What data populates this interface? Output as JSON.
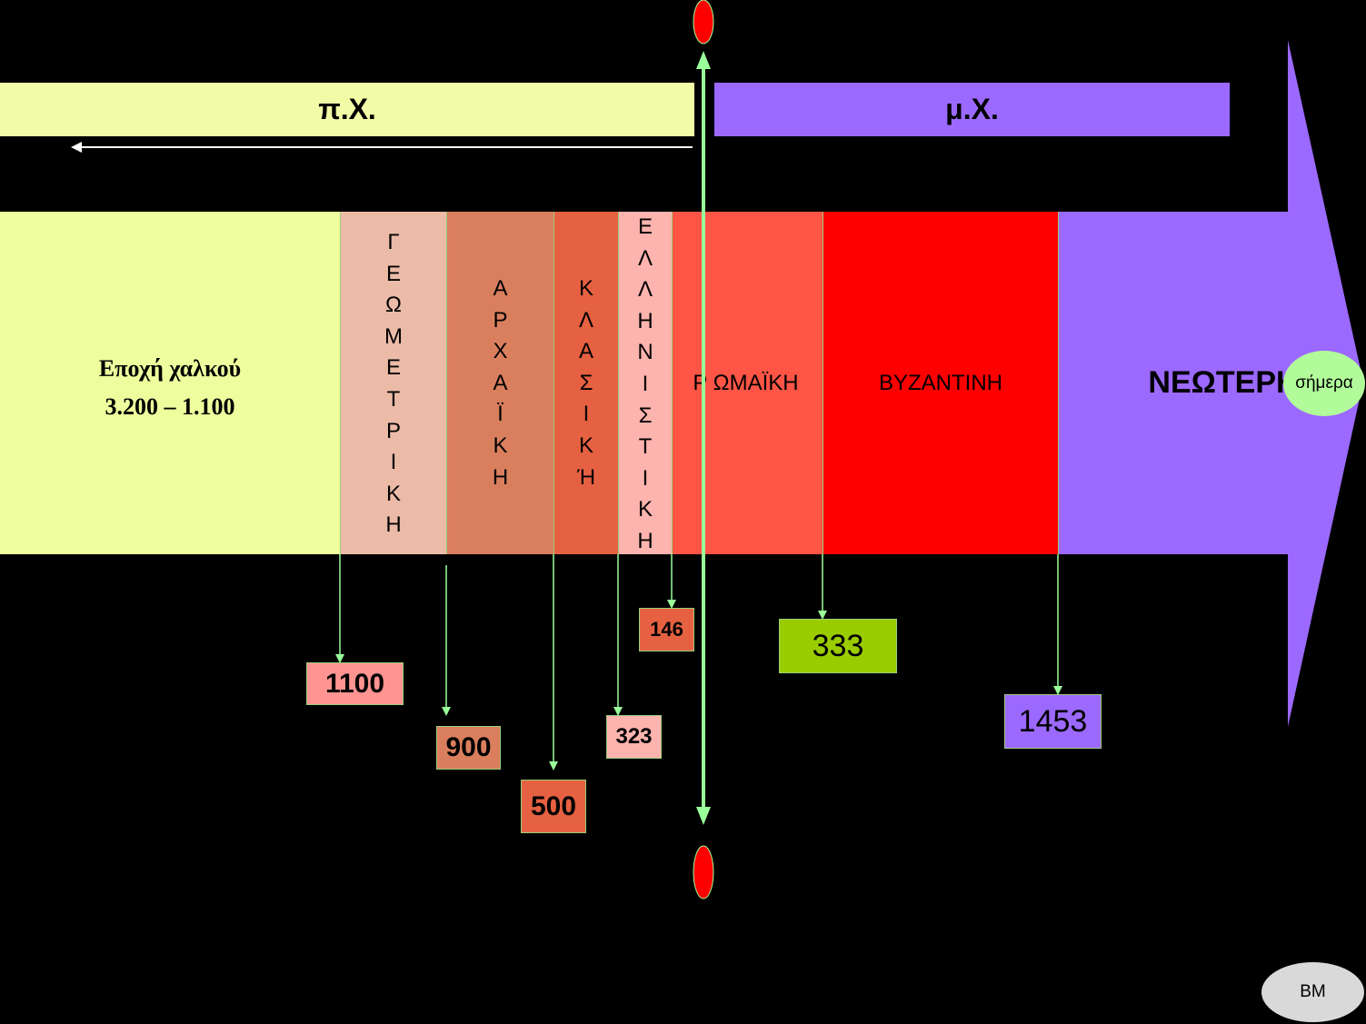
{
  "eras": {
    "bc": {
      "label": "π.Χ.",
      "color": "#F2FBA6"
    },
    "ad": {
      "label": "μ.Χ.",
      "color": "#9C69FF"
    }
  },
  "periods": [
    {
      "id": "bronze",
      "line1": "Εποχή χαλκού",
      "line2": "3.200 – 1.100",
      "color": "#EEFD9D"
    },
    {
      "id": "geometric",
      "letters": [
        "Γ",
        "Ε",
        "Ω",
        "Μ",
        "Ε",
        "Τ",
        "Ρ",
        "Ι",
        "Κ",
        "Η"
      ],
      "color": "#EBBBA8"
    },
    {
      "id": "archaic",
      "letters": [
        "Α",
        "Ρ",
        "Χ",
        "Α",
        "Ϊ",
        "Κ",
        "Η"
      ],
      "color": "#DA7F5E"
    },
    {
      "id": "classical",
      "letters": [
        "Κ",
        "Λ",
        "Α",
        "Σ",
        "Ι",
        "Κ",
        "Ή"
      ],
      "color": "#E56142"
    },
    {
      "id": "hellenistic",
      "letters": [
        "Ε",
        "Λ",
        "Λ",
        "Η",
        "Ν",
        "Ι",
        "Σ",
        "Τ",
        "Ι",
        "Κ",
        "Η"
      ],
      "color": "#FDB3AE"
    },
    {
      "id": "roman",
      "label": "Ρ ΩΜΑΪΚΗ",
      "color": "#FF5546"
    },
    {
      "id": "byzantine",
      "label": "ΒΥΖΑΝΤΙΝΗ",
      "color": "#FF0000"
    },
    {
      "id": "modern",
      "label": "ΝΕΩΤΕΡΗ",
      "color": "#9C69FF"
    }
  ],
  "today": {
    "label": "σήμερα",
    "color": "#B2FB9B"
  },
  "dates": [
    {
      "id": "d1100",
      "label": "1100",
      "color": "#FF9491"
    },
    {
      "id": "d900",
      "label": "900",
      "color": "#DA7F5E"
    },
    {
      "id": "d500",
      "label": "500",
      "color": "#E56142"
    },
    {
      "id": "d323",
      "label": "323",
      "color": "#FDB3AE"
    },
    {
      "id": "d146",
      "label": "146",
      "color": "#E56142"
    },
    {
      "id": "d333",
      "label": "333",
      "color": "#9ACC00"
    },
    {
      "id": "d1453",
      "label": "1453",
      "color": "#9C69FF"
    }
  ],
  "colors": {
    "axis": "#99FF99",
    "marker": "#FF0000",
    "line": "#B2FB9B"
  },
  "signature": {
    "label": "ΒΜ",
    "color": "#D9D9D9"
  }
}
